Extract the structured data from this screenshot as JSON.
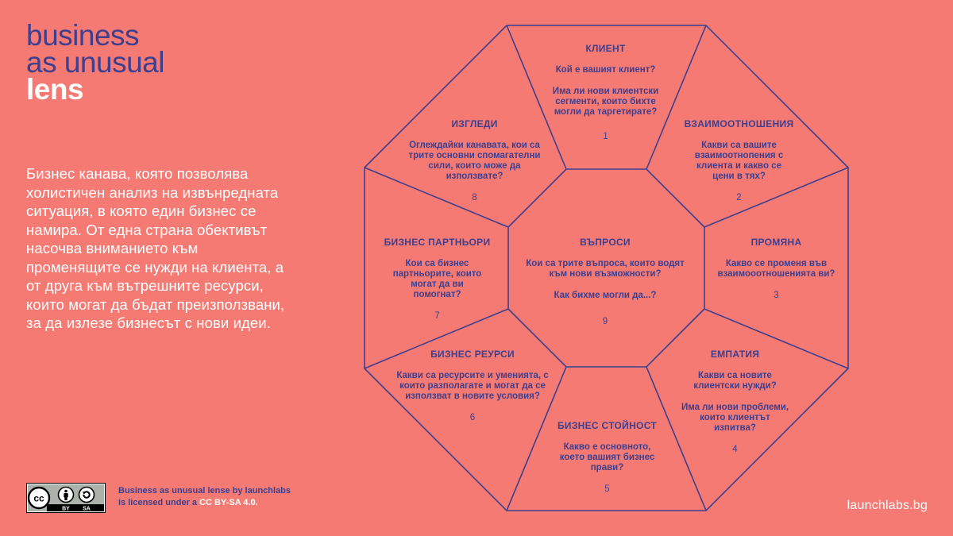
{
  "logo": {
    "line1": "business",
    "line2": "as unusual",
    "line3": "lens"
  },
  "intro_text": "Бизнес канава, която позволява холистичен анализ на извънредната ситуация, в която един бизнес се намира. От една страна обективът насочва вниманието към променящите се нужди на клиента, а от друга към вътрешните ресурси, които могат да бъдат преизползвани, за да излезе бизнесът с нови идеи.",
  "license": {
    "line1": "Business as unusual lense by launchlabs",
    "line2_prefix": "is licensed under a ",
    "line2_link": "CC BY-SA 4.0.",
    "badge_labels": [
      "BY",
      "SA"
    ]
  },
  "site": "launchlabs.bg",
  "segments": [
    {
      "title": "КЛИЕНТ",
      "q1": "Кой е вашият клиент?",
      "q2": "Има ли нови клиентски сегменти, които бихте могли да таргетирате?",
      "num": "1"
    },
    {
      "title": "ВЗАИМООТНОШЕНИЯ",
      "q1": "Какви са вашите взаимоотнопения с клиента и какво се цени в тях?",
      "num": "2"
    },
    {
      "title": "ПРОМЯНА",
      "q1": "Какво се променя във взаимооотношенията ви?",
      "num": "3"
    },
    {
      "title": "ЕМПАТИЯ",
      "q1": "Какви са новите клиентски нужди?",
      "q2": "Има ли нови проблеми, които клиентът изпитва?",
      "num": "4"
    },
    {
      "title": "БИЗНЕС СТОЙНОСТ",
      "q1": "Какво е основното, което вашият бизнес прави?",
      "num": "5"
    },
    {
      "title": "БИЗНЕС РЕУРСИ",
      "q1": "Какви са ресурсите и уменията, с които разполагате и могат да се използват в новите условия?",
      "num": "6"
    },
    {
      "title": "БИЗНЕС ПАРТНЬОРИ",
      "q1": "Кои са бизнес партньорите, които могат да ви помогнат?",
      "num": "7"
    },
    {
      "title": "ИЗГЛЕДИ",
      "q1": "Оглеждайки канавата, кои са трите основни спомагателни сили, които може да използвате?",
      "num": "8"
    },
    {
      "title": "ВЪПРОСИ",
      "q1": "Кои са трите въпроса, които водят към нови възможности?",
      "q2": "Как бихме могли да...?",
      "num": "9"
    }
  ]
}
